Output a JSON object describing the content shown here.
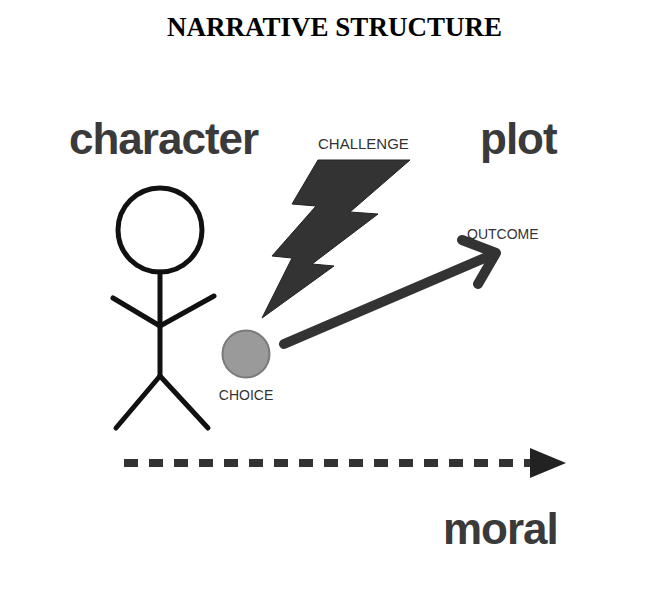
{
  "diagram": {
    "title": "NARRATIVE STRUCTURE",
    "nodes": [
      {
        "text": [
          "CHOICE"
        ]
      }
    ],
    "labels": [
      "character",
      "CHALLENGE",
      "plot",
      "OUTCOME",
      "moral"
    ]
  }
}
